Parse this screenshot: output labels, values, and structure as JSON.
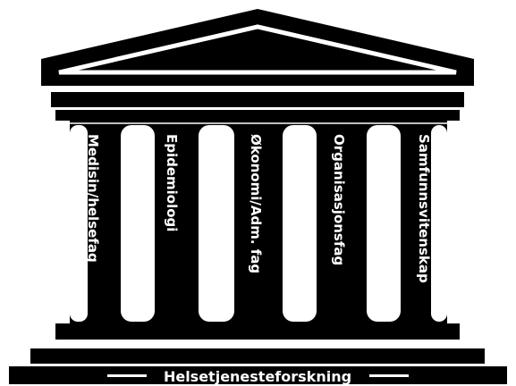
{
  "pillars": [
    {
      "label": "Medisin/helsefag"
    },
    {
      "label": "Epidemiologi"
    },
    {
      "label": "Økonomi/Adm. fag"
    },
    {
      "label": "Organisasjonsfag"
    },
    {
      "label": "Samfunnsvitenskap"
    }
  ],
  "foundation": {
    "label": "Helsetjenesteforskning"
  },
  "colors": {
    "structure": "#000000",
    "background": "#ffffff",
    "text": "#ffffff"
  }
}
